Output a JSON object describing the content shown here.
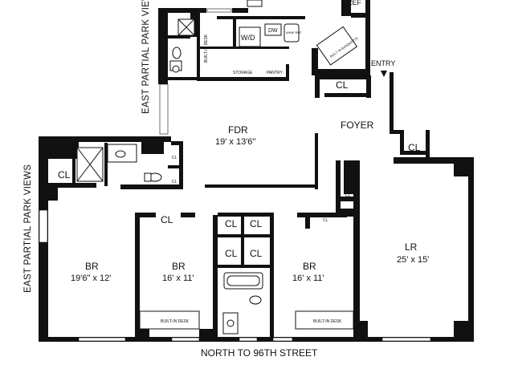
{
  "labels": {
    "view_top": "EAST PARTIAL PARK VIEWS",
    "view_left": "EAST PARTIAL PARK VIEWS",
    "street": "NORTH TO 96TH STREET",
    "ref": "REF",
    "entry": "ENTRY",
    "foyer": "FOYER",
    "wd": "W/D",
    "dw": "DW",
    "wine": "WINE REF",
    "builtin_desk_kitchen": "BUILT-IN DESK",
    "builtin_banquette": "BUILT-IN BANQUETTE",
    "storage": "STORAGE",
    "pantry": "PANTRY",
    "cl": "CL",
    "builtin_desk": "BUILT-IN DESK"
  },
  "rooms": {
    "fdr": {
      "name": "FDR",
      "dims": "19' x 13'6\""
    },
    "lr": {
      "name": "LR",
      "dims": "25' x 15'"
    },
    "br1": {
      "name": "BR",
      "dims": "19'6\" x 12'"
    },
    "br2": {
      "name": "BR",
      "dims": "16' x 11'"
    },
    "br3": {
      "name": "BR",
      "dims": "16' x 11'"
    }
  }
}
